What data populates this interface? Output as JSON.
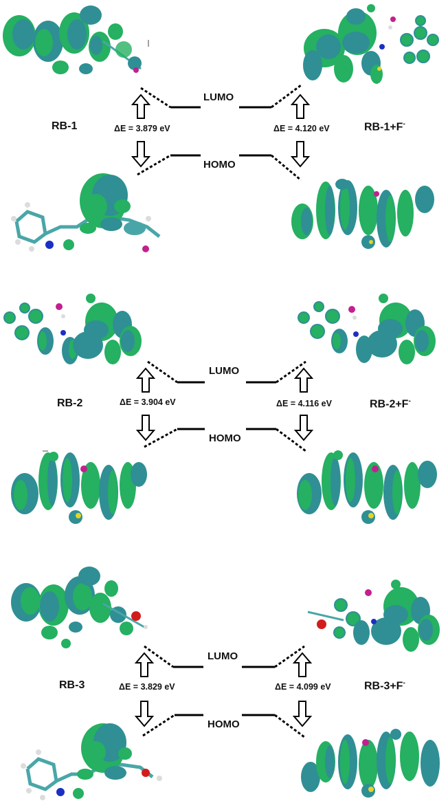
{
  "colors": {
    "positive_lobe": "#2f8f94",
    "negative_lobe": "#25b062",
    "carbon": "#49a6a8",
    "hydrogen": "#dcdcdc",
    "nitrogen": "#1b2fc4",
    "sulfur": "#e6d22a",
    "oxygen": "#d21c1c",
    "iodine": "#c2208f",
    "level_line": "#000000"
  },
  "icons": {
    "up": "hollow-up-arrow-icon",
    "down": "hollow-down-arrow-icon"
  },
  "orbitals": {
    "lumo": "LUMO",
    "homo": "HOMO"
  },
  "panels": [
    {
      "left": {
        "name": "RB-1",
        "gap": "ΔE = 3.879 eV"
      },
      "right": {
        "name": "RB-1+F",
        "sup": "-",
        "gap": "ΔE = 4.120 eV"
      }
    },
    {
      "left": {
        "name": "RB-2",
        "gap": "ΔE = 3.904 eV"
      },
      "right": {
        "name": "RB-2+F",
        "sup": "-",
        "gap": "ΔE = 4.116 eV"
      }
    },
    {
      "left": {
        "name": "RB-3",
        "gap": "ΔE = 3.829 eV"
      },
      "right": {
        "name": "RB-3+F",
        "sup": "-",
        "gap": "ΔE = 4.099 eV"
      }
    }
  ]
}
